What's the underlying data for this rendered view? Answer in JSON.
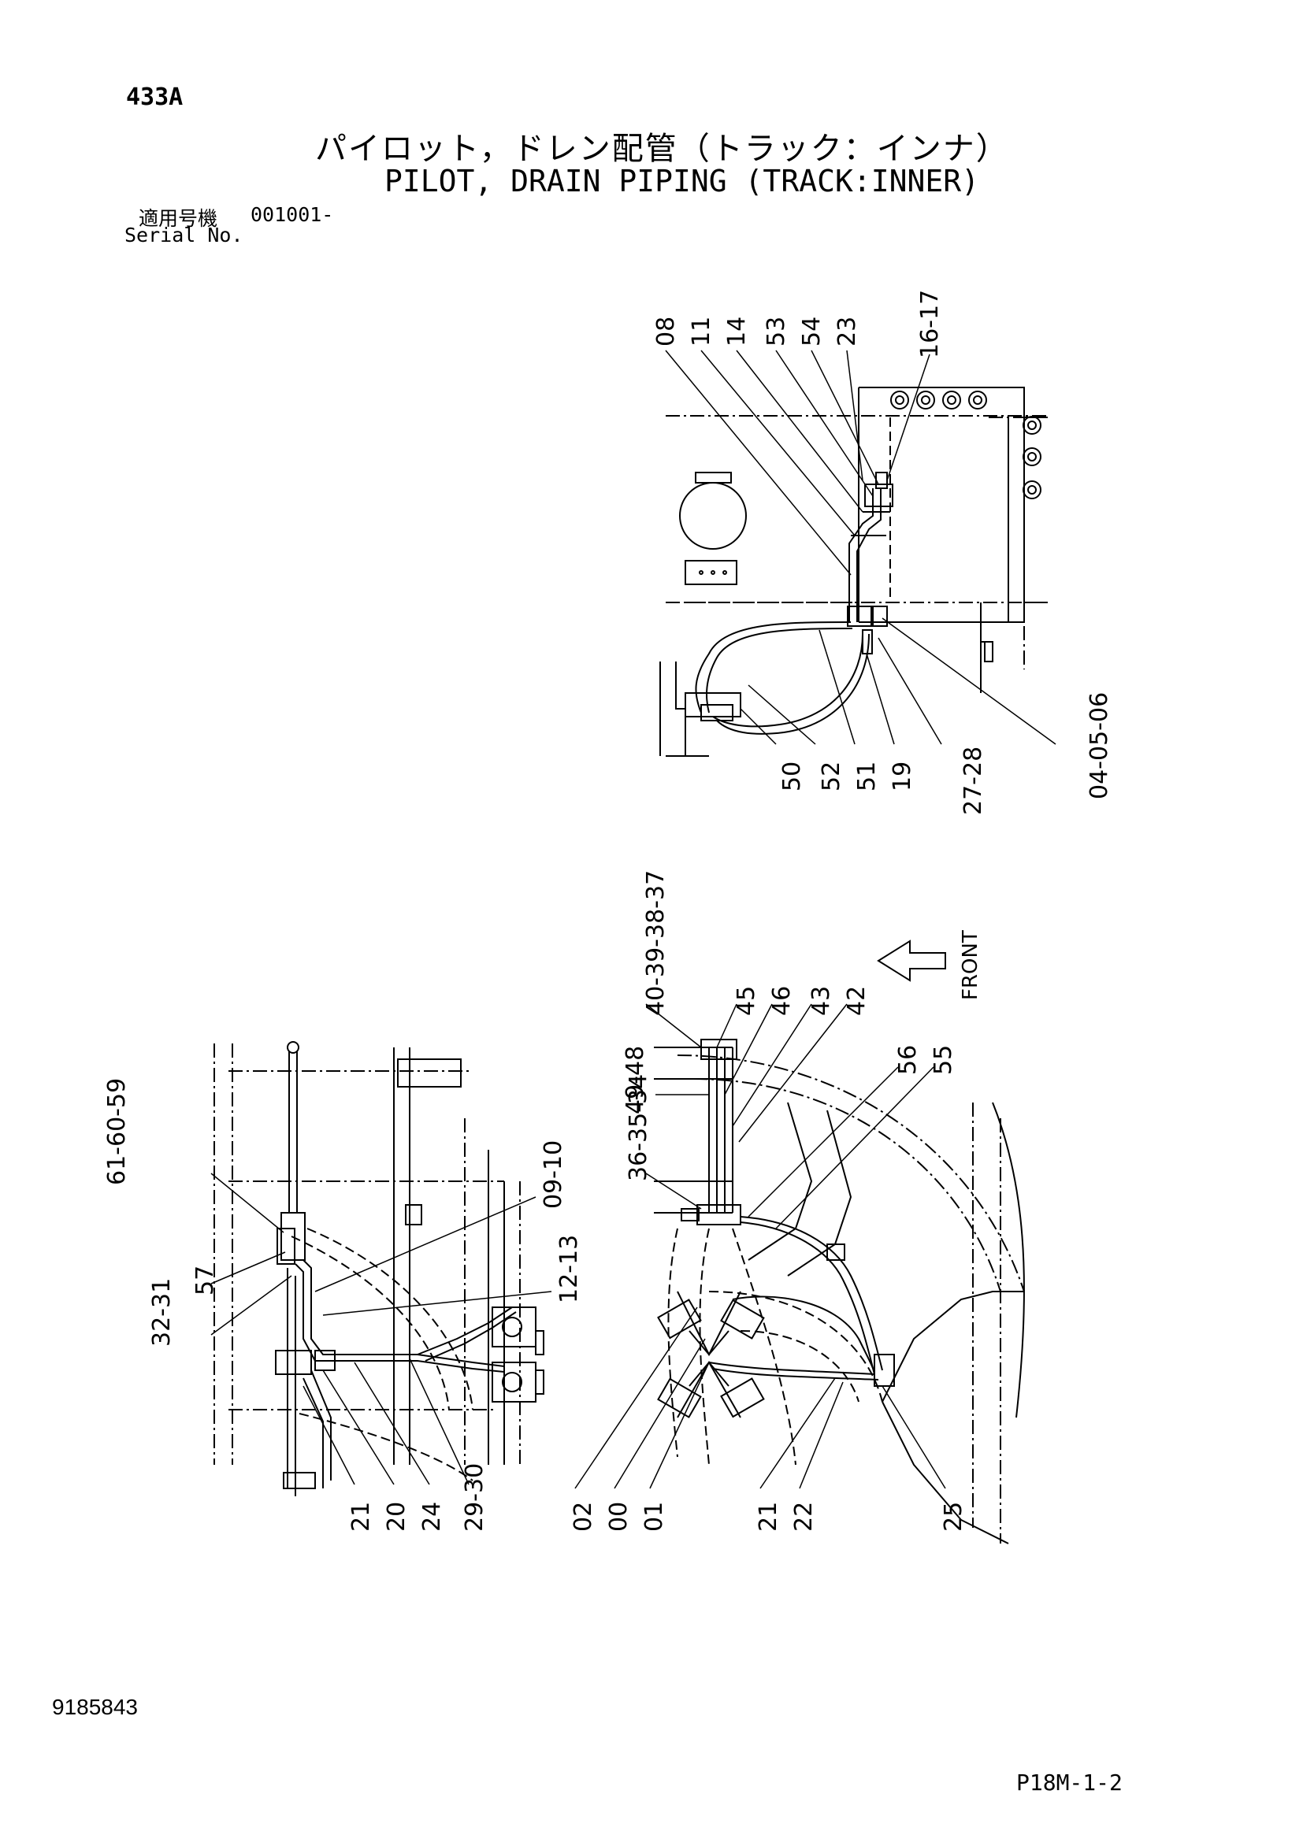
{
  "header": {
    "page_code": "433A",
    "title_jp": "パイロット，ドレン配管（トラック：インナ）",
    "title_en": "PILOT, DRAIN PIPING (TRACK:INNER)",
    "serial_label_jp": "適用号機",
    "serial_number": "001001-",
    "serial_label_en": "Serial No."
  },
  "footer": {
    "doc_number": "9185843",
    "page_ref": "P18M-1-2"
  },
  "direction_label": "FRONT",
  "upper_view": {
    "top_labels": [
      "08",
      "11",
      "14",
      "53",
      "54",
      "23",
      "16-17"
    ],
    "bottom_labels": [
      "50",
      "52",
      "51",
      "19",
      "27-28",
      "04-05-06"
    ]
  },
  "lower_right_view": {
    "top_labels": [
      "40-39-38-37",
      "45",
      "46",
      "43",
      "42",
      "49-48",
      "56",
      "55",
      "36-35-34"
    ],
    "bottom_labels": [
      "02",
      "00",
      "01",
      "21",
      "22",
      "25"
    ]
  },
  "lower_left_view": {
    "side_labels": [
      "61-60-59",
      "57",
      "32-31",
      "09-10",
      "12-13"
    ],
    "bottom_labels": [
      "21",
      "20",
      "24",
      "29-30"
    ]
  }
}
